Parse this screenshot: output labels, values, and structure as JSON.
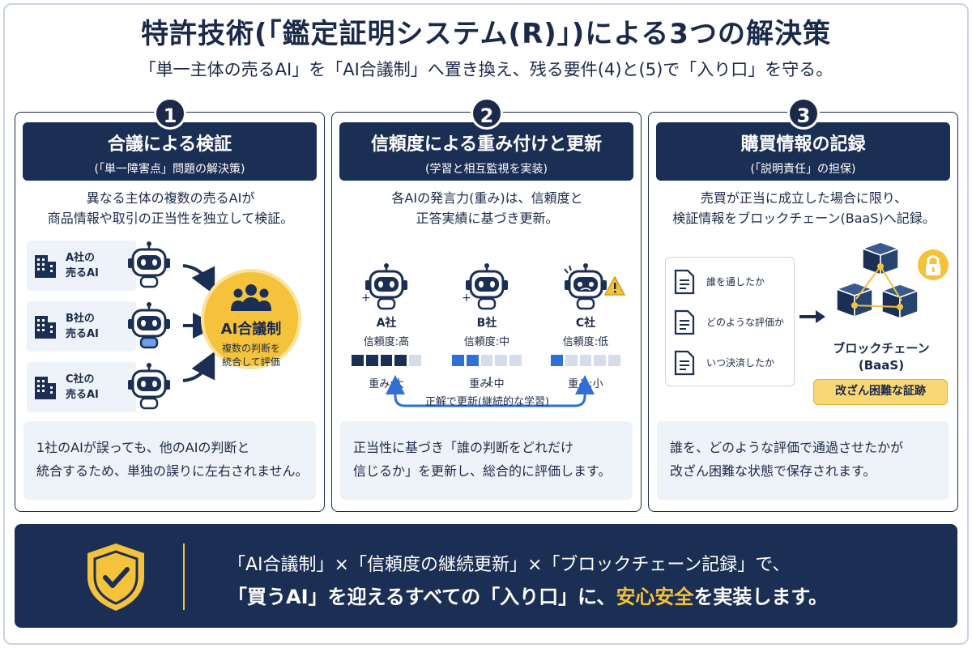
{
  "header": {
    "title": "特許技術(「鑑定証明システム(R)」)による3つの解決策",
    "subtitle": "「単一主体の売るAI」を「AI合議制」へ置き換え、残る要件(4)と(5)で「入り口」を守る。"
  },
  "panels": [
    {
      "number": "1",
      "title": "合議による検証",
      "subtitle": "(「単一障害点」問題の解決策)",
      "description": [
        "異なる主体の複数の売るAIが",
        "商品情報や取引の正当性を独立して検証。"
      ],
      "companies": [
        {
          "line1": "A社の",
          "line2": "売るAI"
        },
        {
          "line1": "B社の",
          "line2": "売るAI"
        },
        {
          "line1": "C社の",
          "line2": "売るAI"
        }
      ],
      "council": {
        "title": "AI合議制",
        "line1": "複数の判断を",
        "line2": "統合して評価"
      },
      "footer": [
        "1社のAIが誤っても、他のAIの判断と",
        "統合するため、単独の誤りに左右されません。"
      ]
    },
    {
      "number": "2",
      "title": "信頼度による重み付けと更新",
      "subtitle": "(学習と相互監視を実装)",
      "description": [
        "各AIの発言力(重み)は、信頼度と",
        "正答実績に基づき更新。"
      ],
      "agents": [
        {
          "name": "A社",
          "trust": "信頼度:高",
          "weight": "重み:大",
          "level": 0.8
        },
        {
          "name": "B社",
          "trust": "信頼度:中",
          "weight": "重み:中",
          "level": 0.4
        },
        {
          "name": "C社",
          "trust": "信頼度:低",
          "weight": "重み:小",
          "level": 0.2
        }
      ],
      "loop_label": "正解で更新(継続的な学習)",
      "footer": [
        "正当性に基づき「誰の判断をどれだけ",
        "信じるか」を更新し、総合的に評価します。"
      ]
    },
    {
      "number": "3",
      "title": "購買情報の記録",
      "subtitle": "(「説明責任」の担保)",
      "description": [
        "売買が正当に成立した場合に限り、",
        "検証情報をブロックチェーン(BaaS)へ記録。"
      ],
      "records": [
        "誰を通したか",
        "どのような評価か",
        "いつ決済したか"
      ],
      "blockchain": {
        "line1": "ブロックチェーン",
        "line2": "(BaaS)"
      },
      "tamper_badge": "改ざん困難な証跡",
      "footer": [
        "誰を、どのような評価で通過させたかが",
        "改ざん困難な状態で保存されます。"
      ]
    }
  ],
  "banner": {
    "line1": "「AI合議制」×「信頼度の継続更新」×「ブロックチェーン記録」で、",
    "line2_a": "「買うAI」を迎えるすべての「入り口」に、",
    "line2_highlight": "安心安全",
    "line2_b": "を実装します。"
  },
  "colors": {
    "navy": "#1b2f55",
    "gold": "#f4c23b",
    "blue": "#2f6fd6",
    "light": "#eef2f9"
  },
  "icons": [
    "building-icon",
    "robot-icon",
    "people-icon",
    "warning-icon",
    "document-icon",
    "blockchain-cubes-icon",
    "lock-icon",
    "shield-check-icon"
  ]
}
